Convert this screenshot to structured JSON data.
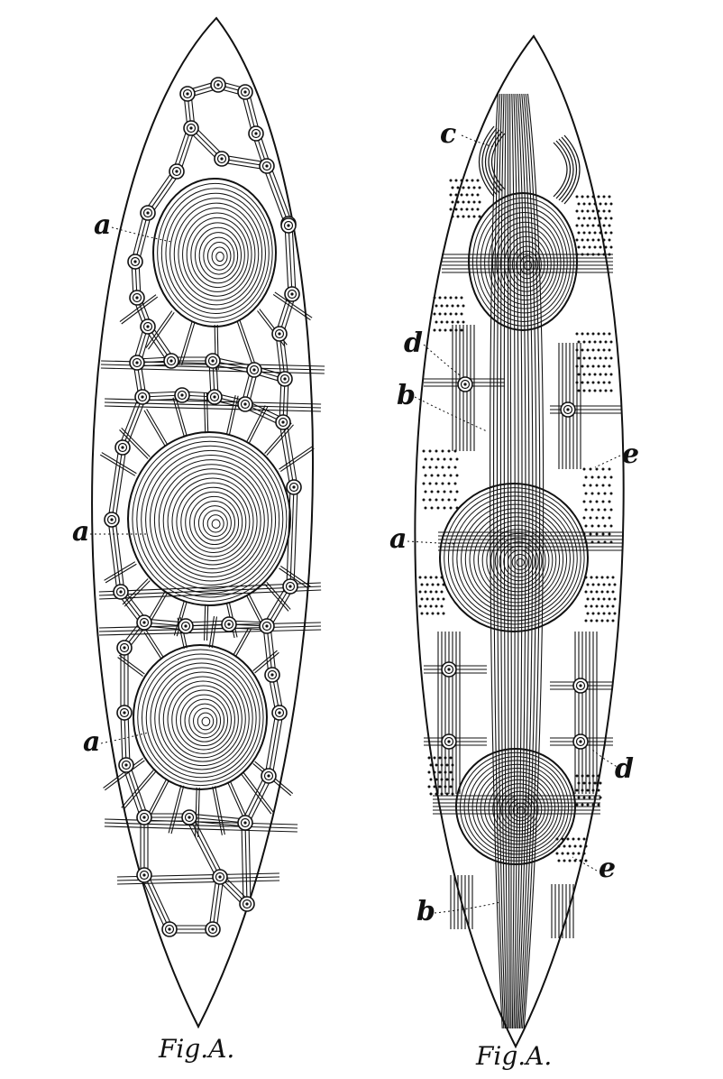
{
  "figures": [
    {
      "caption": "Fig.A.",
      "labels": [
        "a",
        "a",
        "a"
      ]
    },
    {
      "caption": "Fig.A.",
      "labels": [
        "c",
        "d",
        "b",
        "e",
        "a",
        "d",
        "e",
        "b"
      ]
    }
  ],
  "colors": {
    "ink": "#111111",
    "paper": "#ffffff"
  }
}
